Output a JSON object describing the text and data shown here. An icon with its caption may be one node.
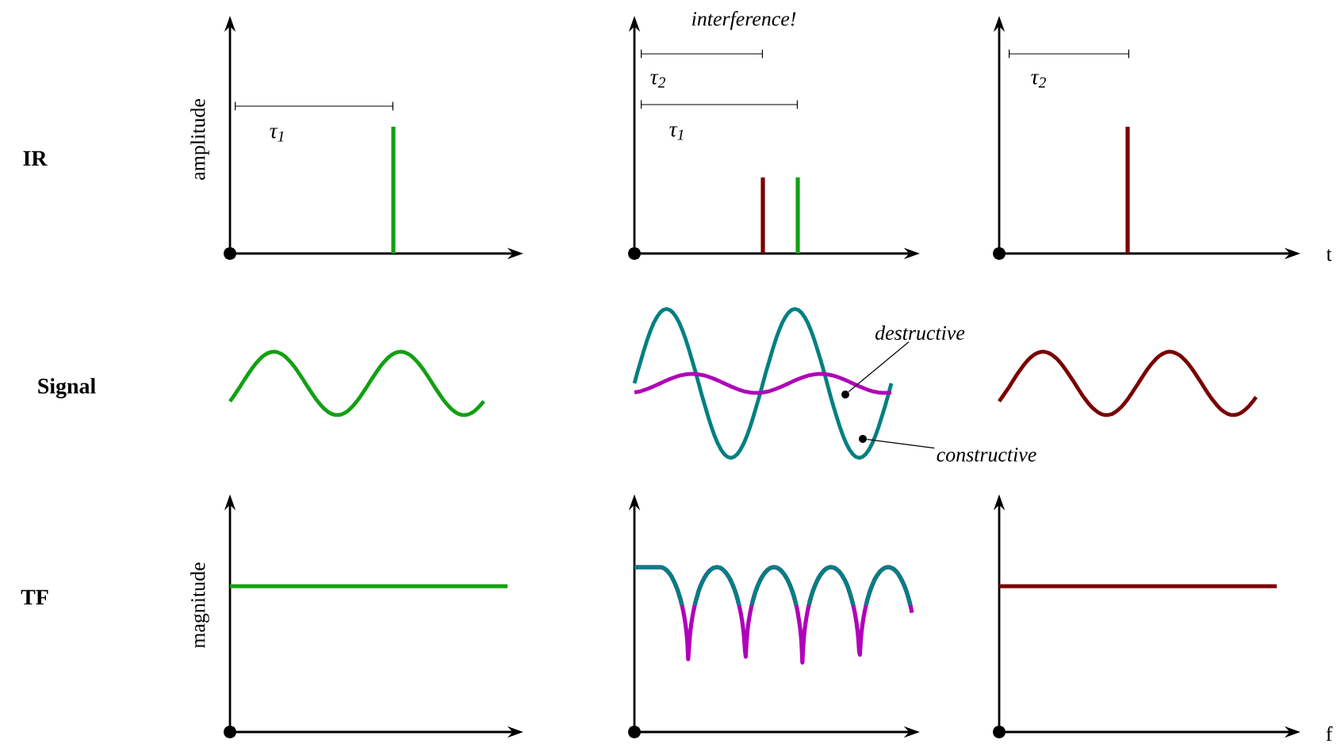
{
  "diagram": {
    "nodes": [
      {
        "text": [
          "destructive"
        ]
      },
      {
        "text": [],
        "shape": "circle"
      },
      {
        "text": [
          "constructive"
        ]
      },
      {
        "text": [],
        "shape": "circle"
      }
    ],
    "edges": [
      {
        "from": 0,
        "to": 1,
        "arrow": "none"
      },
      {
        "from": 2,
        "to": 3,
        "arrow": "none"
      }
    ],
    "labels": [
      "amplitude",
      "τ$_{1}$",
      "interference!",
      "τ$_{2}$",
      "τ$_{1}$",
      "τ$_{2}$",
      "IR",
      "t",
      "Signal",
      "TF",
      "magnitude",
      "f"
    ]
  }
}
